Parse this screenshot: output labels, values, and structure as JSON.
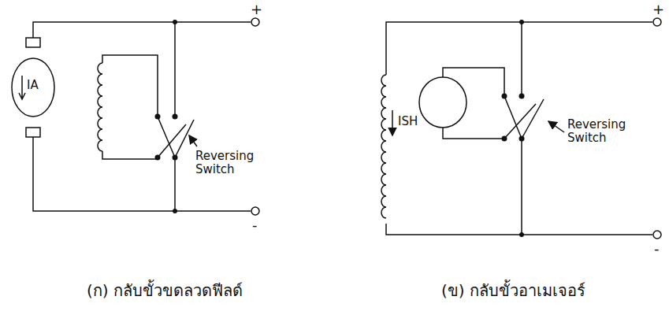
{
  "diagram": {
    "nodes": [
      {
        "text": [
          "IA"
        ]
      }
    ],
    "labels": [
      "+",
      "-",
      "Reversing Switch",
      "(ก) กลับขั้วขดลวดฟีลด์",
      "+",
      "-",
      "ISH",
      "Reversing Switch",
      "(ข) กลับขั้วอาเมเจอร์"
    ]
  }
}
